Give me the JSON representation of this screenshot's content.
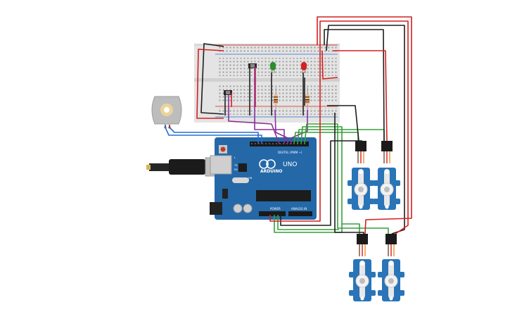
{
  "arduino": {
    "logo_text": "ARDUINO",
    "model_text": "UNO",
    "digital_header_label": "DIGITAL (PWM ~)",
    "power_header_label": "POWER",
    "analog_header_label": "ANALOG IN",
    "led_on_label": "ON",
    "led_tx_label": "TX",
    "led_rx_label": "RX",
    "led_l_label": "L"
  },
  "components": {
    "led_colors": [
      "#2e8b2e",
      "#d62020"
    ],
    "servo_count": 4,
    "servo_color": "#2a74b8"
  },
  "wire_colors": {
    "red": "#d42020",
    "black": "#1e1e1e",
    "green": "#36a03a",
    "purple": "#8a2f9a",
    "blue": "#2a6fcb"
  }
}
